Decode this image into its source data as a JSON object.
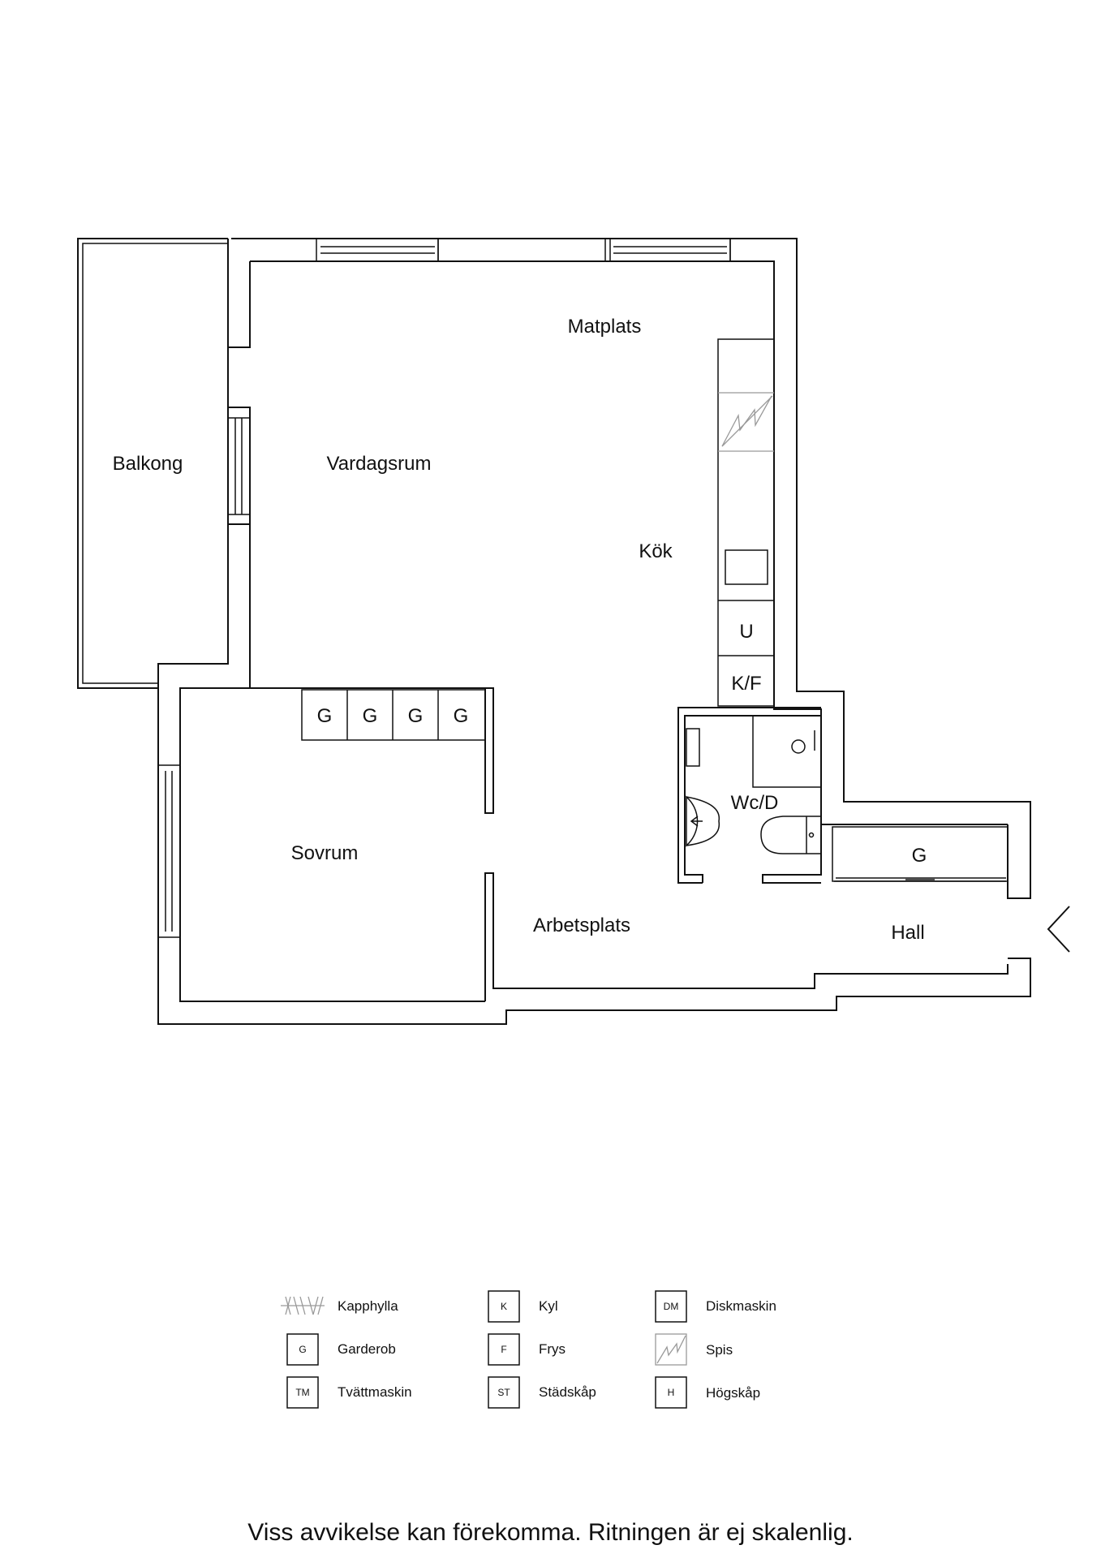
{
  "rooms": {
    "balkong": "Balkong",
    "vardagsrum": "Vardagsrum",
    "matplats": "Matplats",
    "kok": "Kök",
    "sovrum": "Sovrum",
    "wcd": "Wc/D",
    "arbetsplats": "Arbetsplats",
    "hall": "Hall"
  },
  "fixtures": {
    "u": "U",
    "kf": "K/F",
    "g": "G"
  },
  "legend": [
    {
      "symbol": "",
      "label": "Kapphylla",
      "icon": "coat-rack-icon"
    },
    {
      "symbol": "K",
      "label": "Kyl",
      "icon": "box"
    },
    {
      "symbol": "DM",
      "label": "Diskmaskin",
      "icon": "box"
    },
    {
      "symbol": "G",
      "label": "Garderob",
      "icon": "box"
    },
    {
      "symbol": "F",
      "label": "Frys",
      "icon": "box"
    },
    {
      "symbol": "",
      "label": "Spis",
      "icon": "stove-icon"
    },
    {
      "symbol": "TM",
      "label": "Tvättmaskin",
      "icon": "box"
    },
    {
      "symbol": "ST",
      "label": "Städskåp",
      "icon": "box"
    },
    {
      "symbol": "H",
      "label": "Högskåp",
      "icon": "box"
    }
  ],
  "footer": "Viss avvikelse kan förekomma. Ritningen är ej skalenlig."
}
